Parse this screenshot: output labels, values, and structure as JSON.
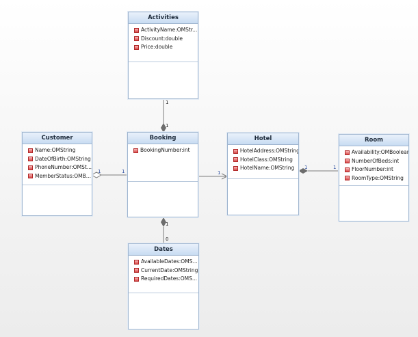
{
  "classes": [
    {
      "id": "activities",
      "name": "Activities",
      "attributes": [
        "ActivityName:OMStr...",
        "Discount:double",
        "Price:double"
      ]
    },
    {
      "id": "customer",
      "name": "Customer",
      "attributes": [
        "Name:OMString",
        "DateOfBirth:OMString",
        "PhoneNumber:OMSt...",
        "MemberStatus:OMB..."
      ]
    },
    {
      "id": "booking",
      "name": "Booking",
      "attributes": [
        "BookingNumber:int"
      ]
    },
    {
      "id": "hotel",
      "name": "Hotel",
      "attributes": [
        "HotelAddress:OMString",
        "HotelClass:OMString",
        "HotelName:OMString"
      ]
    },
    {
      "id": "room",
      "name": "Room",
      "attributes": [
        "Availability:OMBoolean",
        "NumberOfBeds:int",
        "FloorNumber:int",
        "RoomType:OMString"
      ]
    },
    {
      "id": "dates",
      "name": "Dates",
      "attributes": [
        "AvailableDates:OMS...",
        "CurrentDate:OMString",
        "RequiredDates:OMS..."
      ]
    }
  ],
  "multiplicities": {
    "activities_end": "1",
    "booking_activities_end": "1",
    "customer_end": "1",
    "booking_customer_end": "1",
    "hotel_booking_end": "1",
    "hotel_room_end": "1",
    "room_end": "1",
    "booking_dates_end": "1",
    "dates_end": "0"
  },
  "colors": {
    "box_border": "#9fb5cf",
    "header_top": "#e9f1fb",
    "header_bottom": "#c8dcf2",
    "line": "#7b7b7b",
    "attribute_icon": "#d94a4a",
    "multiplicity_blue": "#2c4ea0"
  },
  "icons": {
    "attribute": "attribute-icon"
  }
}
